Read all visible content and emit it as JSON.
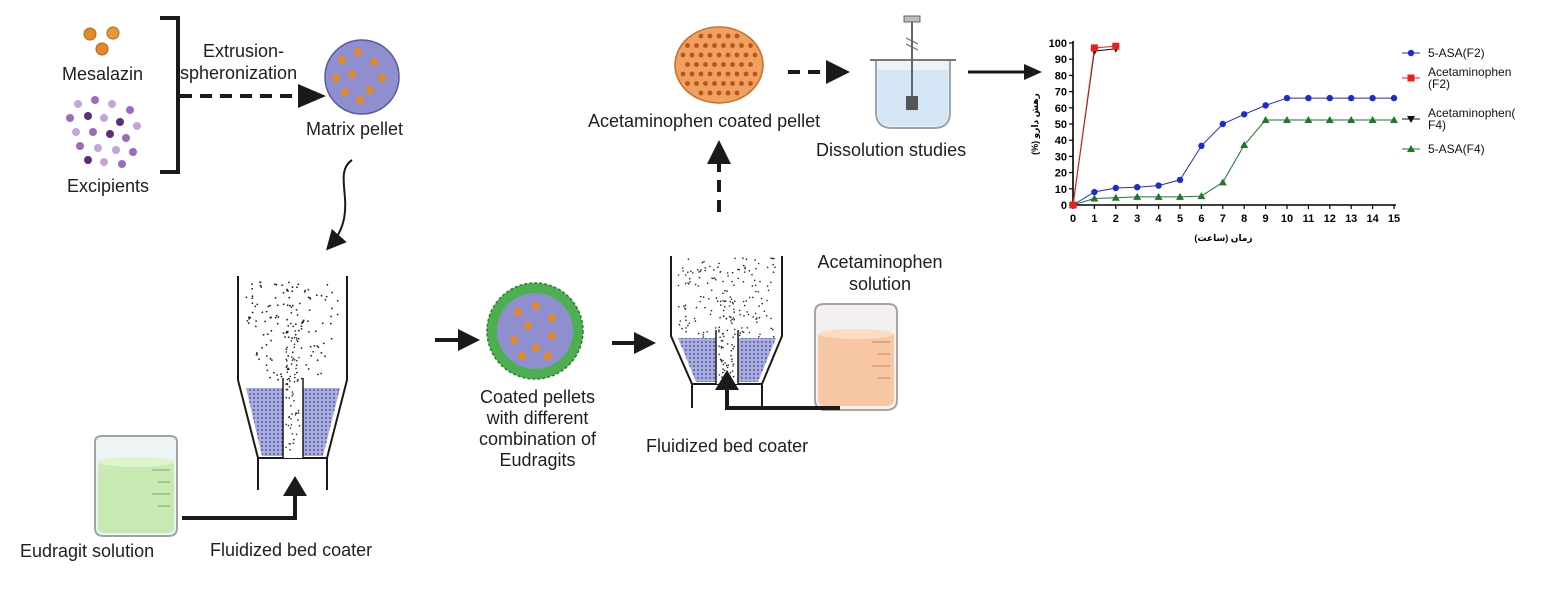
{
  "labels": {
    "mesalazin": "Mesalazin",
    "excipients": "Excipients",
    "extrusion_line1": "Extrusion-",
    "extrusion_line2": "spheronization",
    "matrix_pellet": "Matrix pellet",
    "eudragit_solution": "Eudragit solution",
    "fluidized_bed_coater_1": "Fluidized bed coater",
    "coated_pellets_line1": "Coated pellets",
    "coated_pellets_line2": "with different",
    "coated_pellets_line3": "combination of",
    "coated_pellets_line4": "Eudragits",
    "fluidized_bed_coater_2": "Fluidized bed coater",
    "acetaminophen_solution_line1": "Acetaminophen",
    "acetaminophen_solution_line2": "solution",
    "acetaminophen_coated_pellet": "Acetaminophen coated pellet",
    "dissolution_studies": "Dissolution studies"
  },
  "colors": {
    "arrow": "#1a1a1a",
    "drug_particle": "#e08a2a",
    "matrix": "#8f8fd0",
    "coating": "#4caf50",
    "eudragit_liquid": "#c9e9b3",
    "acetaminophen_liquid": "#f6c7a2",
    "series_blue": "#1f2bd1",
    "series_red": "#e82020",
    "series_green": "#1a7a2a",
    "series_black": "#111111"
  },
  "chart_data": {
    "type": "line",
    "title": "",
    "xlabel": "زمان (ساعت)",
    "ylabel": "(%) رهش دارو",
    "xlim": [
      0,
      15
    ],
    "ylim": [
      0,
      100
    ],
    "xticks": [
      0,
      1,
      2,
      3,
      4,
      5,
      6,
      7,
      8,
      9,
      10,
      11,
      12,
      13,
      14,
      15
    ],
    "yticks": [
      0,
      10,
      20,
      30,
      40,
      50,
      60,
      70,
      80,
      90,
      100
    ],
    "grid": false,
    "legend_position": "right",
    "series": [
      {
        "name": "5-ASA(F2)",
        "name_lines": [
          "5-ASA(F2)"
        ],
        "marker": "circle",
        "color": "#1f2bd1",
        "x": [
          0,
          1,
          2,
          3,
          4,
          5,
          6,
          7,
          8,
          9,
          10,
          11,
          12,
          13,
          14,
          15
        ],
        "y": [
          0,
          8,
          10.5,
          11,
          12,
          15.5,
          36.5,
          50,
          56,
          61.5,
          66,
          66,
          66,
          66,
          66,
          66
        ]
      },
      {
        "name": "Acetaminophen (F2)",
        "name_lines": [
          "Acetaminophen",
          "(F2)"
        ],
        "marker": "square",
        "color": "#e82020",
        "x": [
          0,
          1,
          2
        ],
        "y": [
          0,
          97,
          98
        ]
      },
      {
        "name": "Acetaminophen( F4)",
        "name_lines": [
          "Acetaminophen(",
          "F4)"
        ],
        "marker": "triangle-down",
        "color": "#111111",
        "x": [
          0,
          1,
          2
        ],
        "y": [
          0,
          95,
          96.5
        ]
      },
      {
        "name": "5-ASA(F4)",
        "name_lines": [
          "5-ASA(F4)"
        ],
        "marker": "triangle-up",
        "color": "#1a7a2a",
        "x": [
          0,
          1,
          2,
          3,
          4,
          5,
          6,
          7,
          8,
          9,
          10,
          11,
          12,
          13,
          14,
          15
        ],
        "y": [
          0,
          4,
          4.5,
          5,
          5,
          5,
          5.5,
          14,
          37,
          52.5,
          52.5,
          52.5,
          52.5,
          52.5,
          52.5,
          52.5
        ]
      }
    ]
  }
}
